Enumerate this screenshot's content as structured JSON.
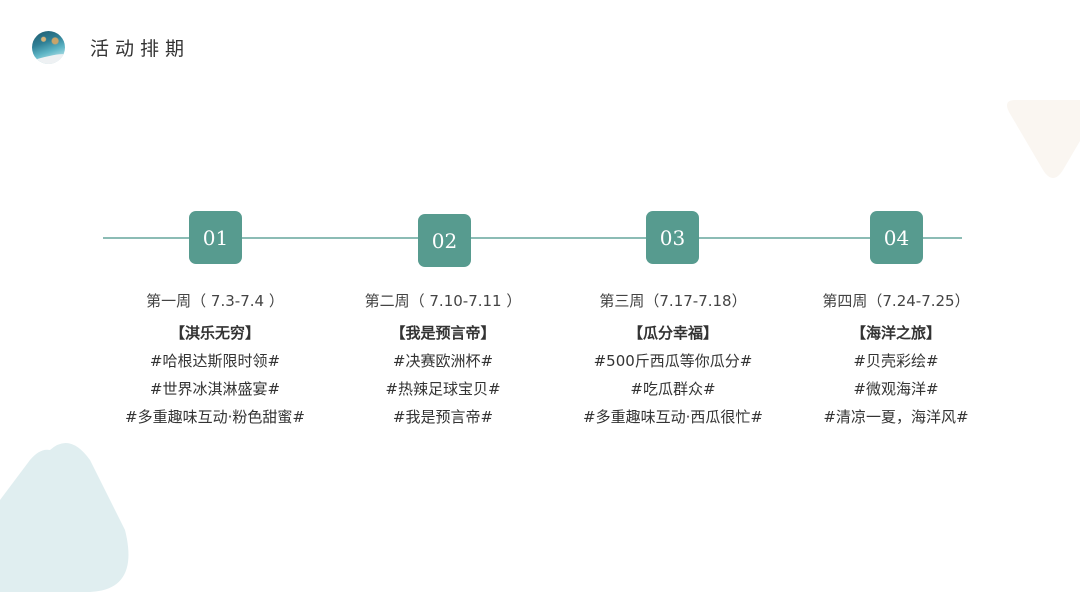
{
  "header": {
    "title": "活动排期",
    "logo_icon": "landscape-circle-logo"
  },
  "colors": {
    "accent": "#579b8f",
    "timeline_line": "#8cbcb5",
    "shape_top_right": "#faf6f1",
    "shape_bottom_left": "#e0eef0",
    "text": "#333333"
  },
  "schedule": [
    {
      "number": "01",
      "week": "第一周（ 7.3-7.4 ）",
      "theme": "【淇乐无穷】",
      "items": [
        "#哈根达斯限时领#",
        "#世界冰淇淋盛宴#",
        "#多重趣味互动·粉色甜蜜#"
      ]
    },
    {
      "number": "02",
      "week": "第二周（ 7.10-7.11 ）",
      "theme": "【我是预言帝】",
      "items": [
        "#决赛欧洲杯#",
        "#热辣足球宝贝#",
        "#我是预言帝#"
      ]
    },
    {
      "number": "03",
      "week": "第三周（7.17-7.18）",
      "theme": "【瓜分幸福】",
      "items": [
        "#500斤西瓜等你瓜分#",
        "#吃瓜群众#",
        "#多重趣味互动·西瓜很忙#"
      ]
    },
    {
      "number": "04",
      "week": "第四周（7.24-7.25）",
      "theme": "【海洋之旅】",
      "items": [
        "#贝壳彩绘#",
        "#微观海洋#",
        "#清凉一夏，海洋风#"
      ]
    }
  ]
}
